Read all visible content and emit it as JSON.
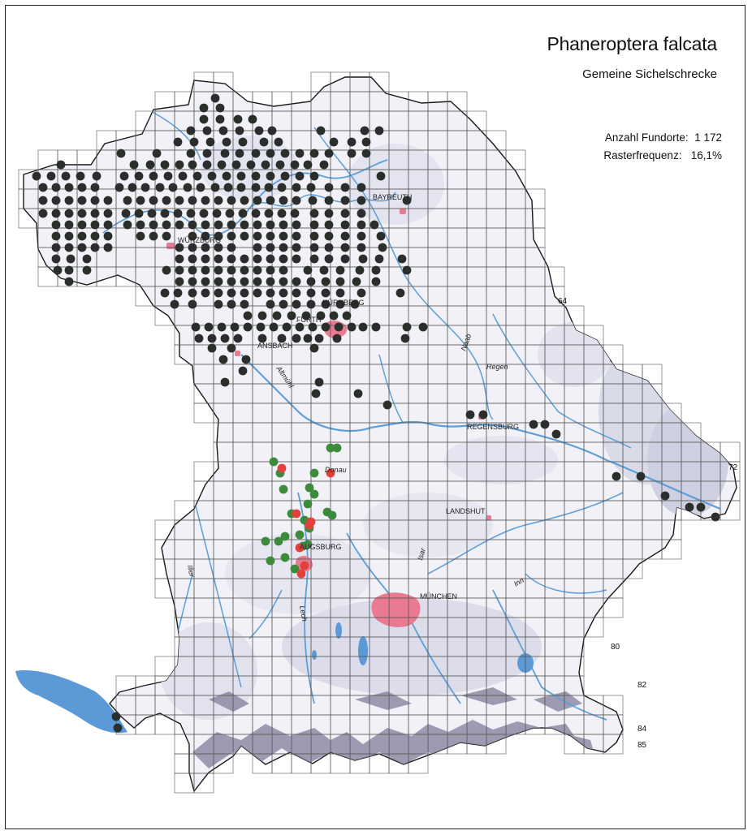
{
  "header": {
    "title": "Phaneroptera falcata",
    "subtitle": "Gemeine Sichelschrecke"
  },
  "stats": {
    "count_label": "Anzahl Fundorte:",
    "count_value": "1 172",
    "freq_label": "Rasterfrequenz:",
    "freq_value": "16,1%"
  },
  "cities": [
    {
      "name": "BAYREUTH"
    },
    {
      "name": "WÜRZBURG"
    },
    {
      "name": "NÜRNBERG"
    },
    {
      "name": "FÜRTH"
    },
    {
      "name": "ANSBACH"
    },
    {
      "name": "REGENSBURG"
    },
    {
      "name": "LANDSHUT"
    },
    {
      "name": "AUGSBURG"
    },
    {
      "name": "MÜNCHEN"
    }
  ],
  "rivers": [
    {
      "name": "Naab"
    },
    {
      "name": "Regen"
    },
    {
      "name": "Altmühl"
    },
    {
      "name": "Donau"
    },
    {
      "name": "Isar"
    },
    {
      "name": "Inn"
    },
    {
      "name": "Lech"
    },
    {
      "name": "Iller"
    }
  ],
  "grid_numbers": [
    "64",
    "72",
    "80",
    "82",
    "84",
    "85"
  ],
  "colors": {
    "old_record": "#2b2f2c",
    "recent_record": "#3e8a3c",
    "recent_red": "#e2403a",
    "city": "#e97a92",
    "river": "#5d9fd8",
    "lake": "#5b9ad6",
    "land": "#f1f1f7",
    "relief": "#cfd0e2",
    "alps": "#8e8ca5"
  }
}
